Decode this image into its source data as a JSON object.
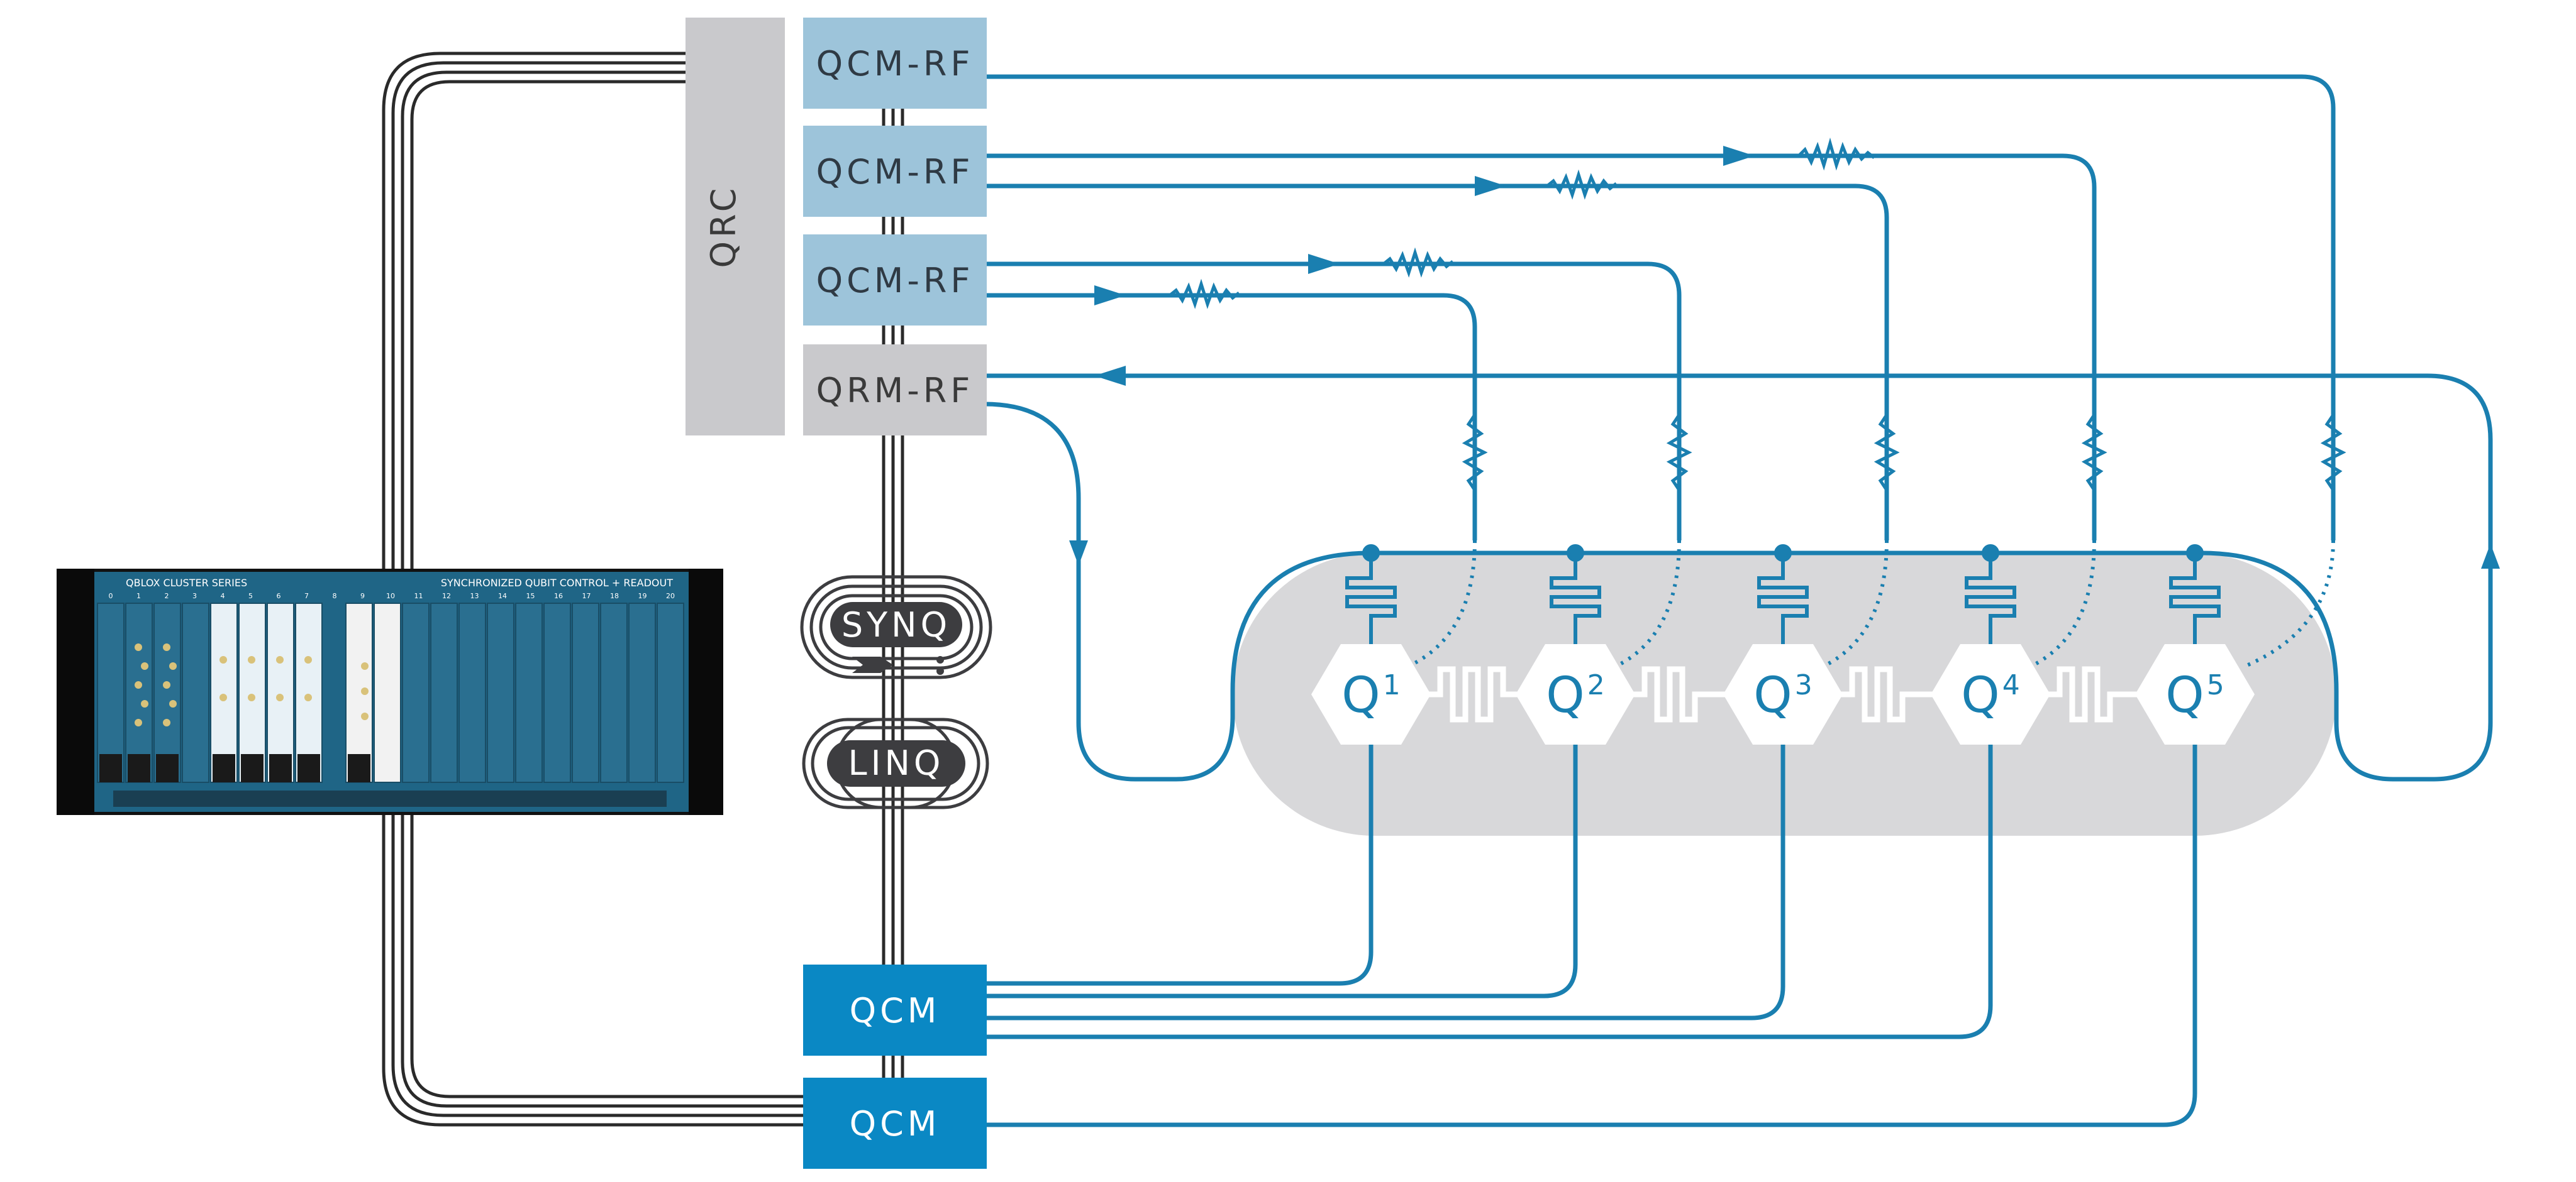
{
  "modules": {
    "qrc": "QRC",
    "qcm_rf": [
      "QCM-RF",
      "QCM-RF",
      "QCM-RF"
    ],
    "qrm_rf": "QRM-RF",
    "qcm": [
      "QCM",
      "QCM"
    ]
  },
  "sync": {
    "synq": "SYNQ",
    "linq": "LINQ"
  },
  "qubits": [
    {
      "letter": "Q",
      "index": "1"
    },
    {
      "letter": "Q",
      "index": "2"
    },
    {
      "letter": "Q",
      "index": "3"
    },
    {
      "letter": "Q",
      "index": "4"
    },
    {
      "letter": "Q",
      "index": "5"
    }
  ],
  "rack": {
    "brand": "QBLOX CLUSTER SERIES",
    "tagline": "SYNCHRONIZED QUBIT CONTROL + READOUT",
    "slot_numbers": [
      "0",
      "1",
      "2",
      "3",
      "4",
      "5",
      "6",
      "7",
      "8",
      "9",
      "10",
      "11",
      "12",
      "13",
      "14",
      "15",
      "16",
      "17",
      "18",
      "19",
      "20"
    ]
  },
  "colors": {
    "line_blue": "#1a7fb0",
    "qcm_rf_fill": "#9dc4da",
    "qrm_rf_fill": "#c9c9cc",
    "qrc_fill": "#c9c9cc",
    "qcm_fill": "#0a88c4",
    "chip_fill": "#d8d8da",
    "rack_body": "#1f6586",
    "sync_pill": "#3d3d40"
  }
}
